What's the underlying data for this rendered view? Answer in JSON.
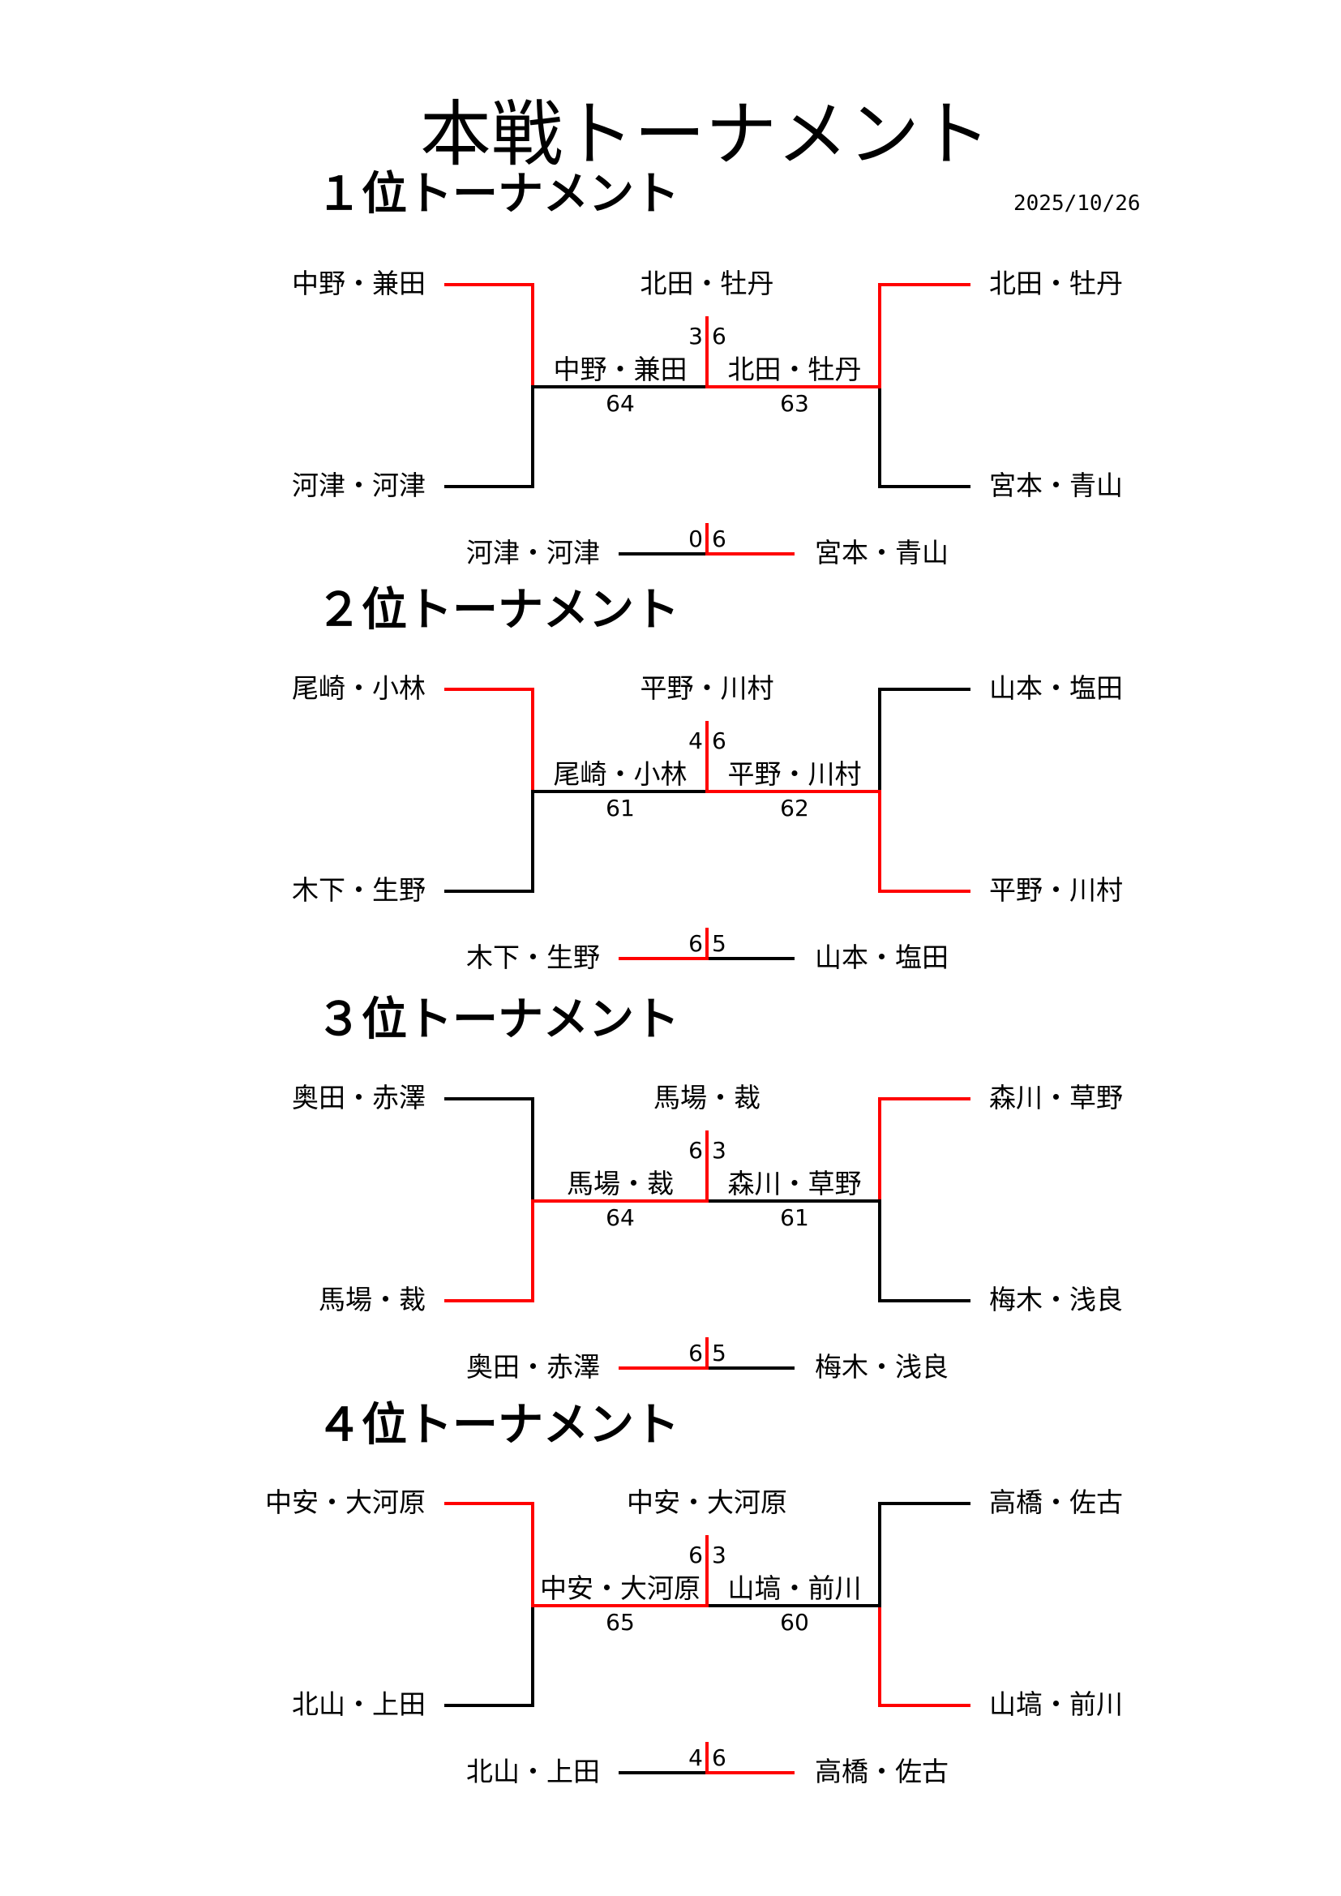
{
  "title": "本戦トーナメント",
  "date": "2025/10/26",
  "colors": {
    "win": "#ff0000",
    "lose": "#000000"
  },
  "sections": [
    {
      "title": "１位トーナメント",
      "left_top": "中野・兼田",
      "left_bottom": "河津・河津",
      "left_winner_pos": "top",
      "right_top": "北田・牡丹",
      "right_bottom": "宮本・青山",
      "right_winner_pos": "top",
      "left_semi_winner": "中野・兼田",
      "left_semi_score": "64",
      "right_semi_winner": "北田・牡丹",
      "right_semi_score": "63",
      "final_score_left": "3",
      "final_score_right": "6",
      "final_winner_side": "right",
      "champion": "北田・牡丹",
      "consolation": {
        "left": "河津・河津",
        "right": "宮本・青山",
        "score_left": "0",
        "score_right": "6",
        "winner_side": "right"
      }
    },
    {
      "title": "２位トーナメント",
      "left_top": "尾崎・小林",
      "left_bottom": "木下・生野",
      "left_winner_pos": "top",
      "right_top": "山本・塩田",
      "right_bottom": "平野・川村",
      "right_winner_pos": "bottom",
      "left_semi_winner": "尾崎・小林",
      "left_semi_score": "61",
      "right_semi_winner": "平野・川村",
      "right_semi_score": "62",
      "final_score_left": "4",
      "final_score_right": "6",
      "final_winner_side": "right",
      "champion": "平野・川村",
      "consolation": {
        "left": "木下・生野",
        "right": "山本・塩田",
        "score_left": "6",
        "score_right": "5",
        "winner_side": "left"
      }
    },
    {
      "title": "３位トーナメント",
      "left_top": "奥田・赤澤",
      "left_bottom": "馬場・裁",
      "left_winner_pos": "bottom",
      "right_top": "森川・草野",
      "right_bottom": "梅木・浅良",
      "right_winner_pos": "top",
      "left_semi_winner": "馬場・裁",
      "left_semi_score": "64",
      "right_semi_winner": "森川・草野",
      "right_semi_score": "61",
      "final_score_left": "6",
      "final_score_right": "3",
      "final_winner_side": "left",
      "champion": "馬場・裁",
      "consolation": {
        "left": "奥田・赤澤",
        "right": "梅木・浅良",
        "score_left": "6",
        "score_right": "5",
        "winner_side": "left"
      }
    },
    {
      "title": "４位トーナメント",
      "left_top": "中安・大河原",
      "left_bottom": "北山・上田",
      "left_winner_pos": "top",
      "right_top": "高橋・佐古",
      "right_bottom": "山塙・前川",
      "right_winner_pos": "bottom",
      "left_semi_winner": "中安・大河原",
      "left_semi_score": "65",
      "right_semi_winner": "山塙・前川",
      "right_semi_score": "60",
      "final_score_left": "6",
      "final_score_right": "3",
      "final_winner_side": "left",
      "champion": "中安・大河原",
      "consolation": {
        "left": "北山・上田",
        "right": "高橋・佐古",
        "score_left": "4",
        "score_right": "6",
        "winner_side": "right"
      }
    }
  ]
}
